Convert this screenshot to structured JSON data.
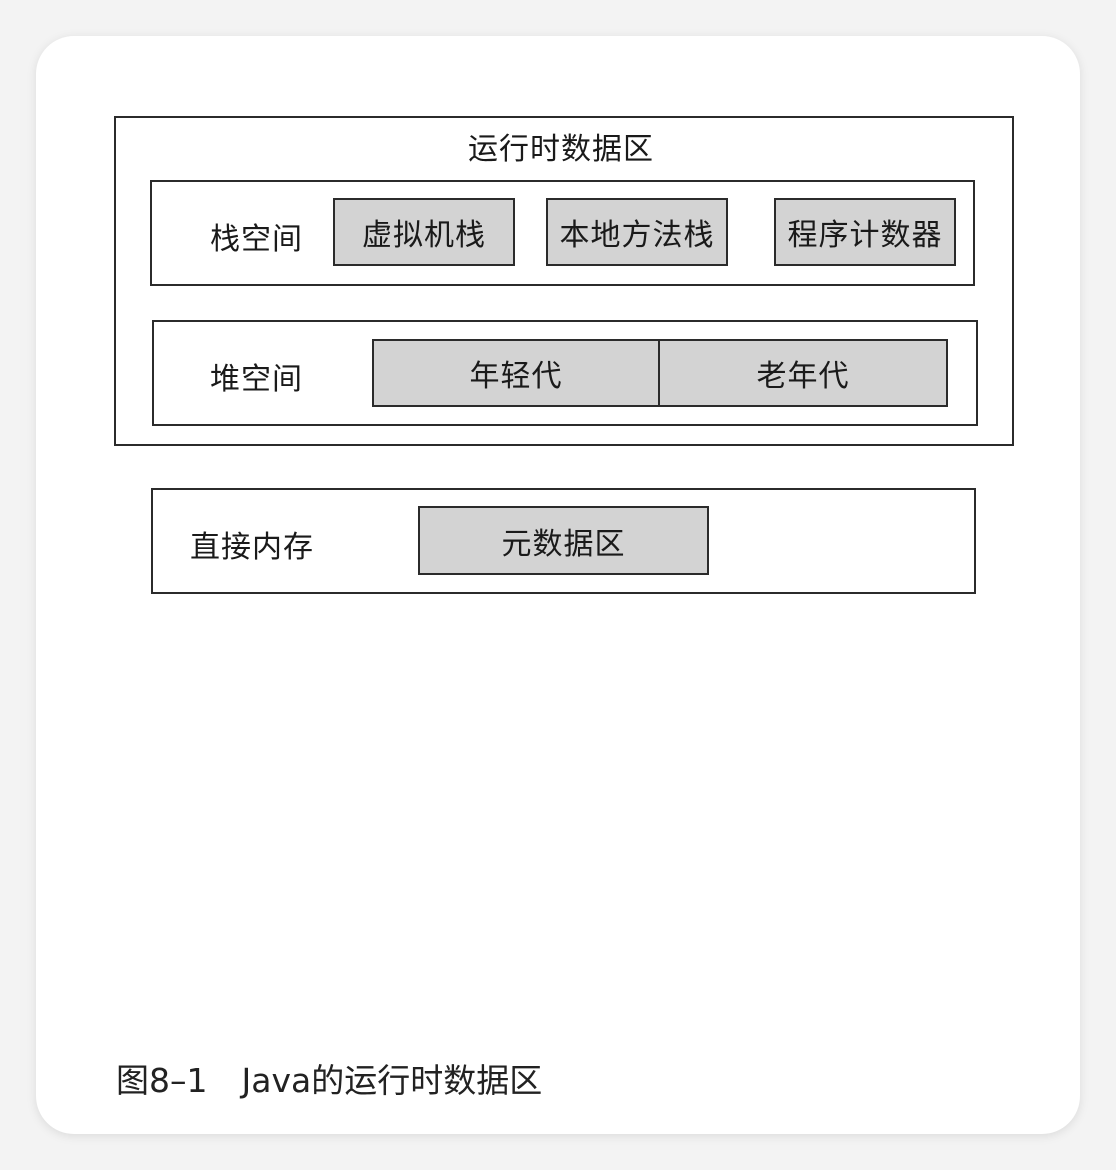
{
  "diagram": {
    "runtime_area": {
      "title": "运行时数据区",
      "stack_space": {
        "label": "栈空间",
        "items": [
          "虚拟机栈",
          "本地方法栈",
          "程序计数器"
        ]
      },
      "heap_space": {
        "label": "堆空间",
        "items": [
          "年轻代",
          "老年代"
        ]
      }
    },
    "direct_memory": {
      "label": "直接内存",
      "items": [
        "元数据区"
      ]
    }
  },
  "caption": {
    "figure_number": "图8–1",
    "text": "Java的运行时数据区"
  }
}
